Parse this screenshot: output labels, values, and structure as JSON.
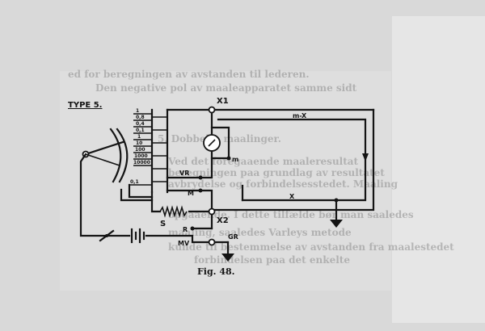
{
  "diagram": {
    "title": "TYPE 5.",
    "caption": "Fig. 48.",
    "switch_taps": [
      "1",
      "0,8",
      "0,4",
      "0,1",
      "1",
      "10",
      "100",
      "1000",
      "10000",
      "0,1"
    ],
    "nodes": {
      "x1": "X1",
      "x2": "X2",
      "m": "m",
      "vr": "VR",
      "mid": "M",
      "r": "R",
      "mv": "MV",
      "gr": "GR",
      "s": "S"
    },
    "wire_labels": {
      "m_x": "m-X",
      "x": "X"
    }
  },
  "background_text": [
    "ed for beregningen av avstanden til lederen.",
    "Den negative pol av maaleapparatet samme sidt",
    "5. Dobbelte maalinger.",
    "Ved det foregaaende maaleresultat",
    "beregningen paa grundlag av resultatet",
    "avbrydelse og forbindelsesstedet. Maaling",
    "opgaaende. I dette tilfælde bør man saaledes",
    "maaling, saaledes Varleys metode",
    "kunde til bestemmelse av avstanden fra maalestedet",
    "forbindelsen paa det enkelte"
  ]
}
